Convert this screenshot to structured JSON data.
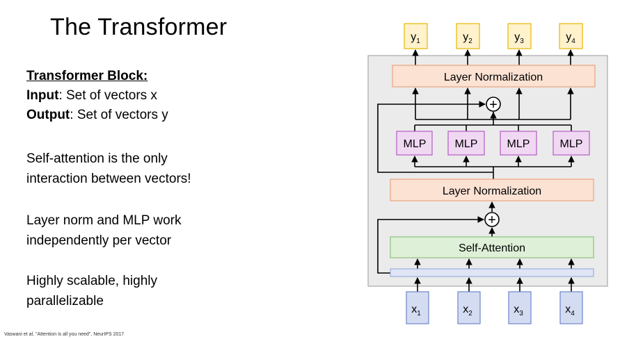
{
  "title": "The Transformer",
  "block": {
    "heading": "Transformer Block:",
    "input_label": "Input",
    "input_text": ": Set of vectors x",
    "output_label": "Output",
    "output_text": ": Set of vectors y"
  },
  "notes": [
    [
      "Self-attention is the only",
      "interaction between vectors!"
    ],
    [
      "Layer norm and MLP work",
      "independently per vector"
    ],
    [
      "Highly scalable, highly",
      "parallelizable"
    ]
  ],
  "footnote": "Vaswani et al, \"Attention is all you need\", NeurIPS 2017",
  "diagram": {
    "outputs": [
      {
        "base": "y",
        "sub": "1"
      },
      {
        "base": "y",
        "sub": "2"
      },
      {
        "base": "y",
        "sub": "3"
      },
      {
        "base": "y",
        "sub": "4"
      }
    ],
    "inputs": [
      {
        "base": "x",
        "sub": "1"
      },
      {
        "base": "x",
        "sub": "2"
      },
      {
        "base": "x",
        "sub": "3"
      },
      {
        "base": "x",
        "sub": "4"
      }
    ],
    "layer_norm_top": "Layer Normalization",
    "layer_norm_bottom": "Layer Normalization",
    "mlp_labels": [
      "MLP",
      "MLP",
      "MLP",
      "MLP"
    ],
    "self_attention": "Self-Attention",
    "add_symbol": "+",
    "colors": {
      "panel": "#ebebeb",
      "io_yellow_fill": "#fff2cc",
      "io_yellow_stroke": "#e6b800",
      "io_blue_fill": "#d4dcf2",
      "io_blue_stroke": "#6d86c9",
      "norm_fill": "#fbe2d3",
      "norm_stroke": "#e8a47e",
      "mlp_fill": "#f0d8f3",
      "mlp_stroke": "#b45cc4",
      "attn_fill": "#dff0d8",
      "attn_stroke": "#8cc17a"
    }
  }
}
